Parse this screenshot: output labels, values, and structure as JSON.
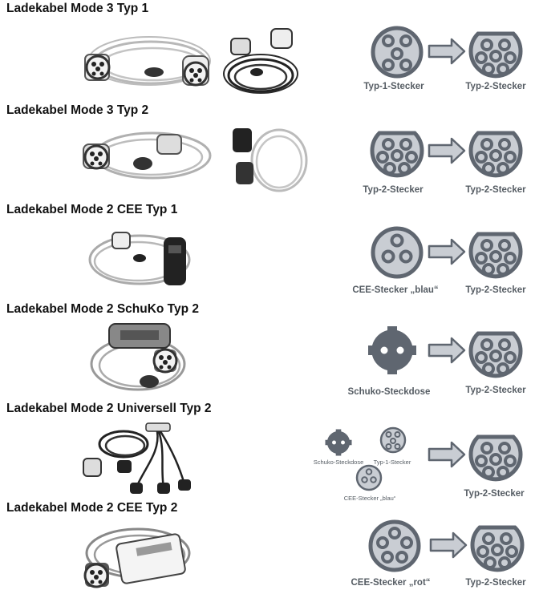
{
  "sections": [
    {
      "title": "Ladekabel Mode 3 Typ 1",
      "from_label": "Typ-1-Stecker",
      "to_label": "Typ-2-Stecker"
    },
    {
      "title": "Ladekabel Mode 3 Typ 2",
      "from_label": "Typ-2-Stecker",
      "to_label": "Typ-2-Stecker"
    },
    {
      "title": "Ladekabel Mode 2 CEE Typ 1",
      "from_label": "CEE-Stecker „blau“",
      "to_label": "Typ-2-Stecker"
    },
    {
      "title": "Ladekabel Mode 2 SchuKo Typ 2",
      "from_label": "Schuko-Steckdose",
      "to_label": "Typ-2-Stecker"
    },
    {
      "title": "Ladekabel Mode 2 Universell Typ 2",
      "from_labels": [
        "Schuko-Steckdose",
        "Typ-1-Stecker",
        "CEE-Stecker „blau“"
      ],
      "to_label": "Typ-2-Stecker"
    },
    {
      "title": "Ladekabel Mode 2 CEE Typ 2",
      "from_label": "CEE-Stecker „rot“",
      "to_label": "Typ-2-Stecker"
    }
  ],
  "colors": {
    "icon_fill": "#5f6670",
    "icon_face": "#c9cdd3",
    "arrow_fill": "#c9cdd3",
    "label_text": "#555c63"
  },
  "icons": {
    "type1": "type1-plug-icon",
    "type2": "type2-plug-icon",
    "cee": "cee-plug-icon",
    "schuko": "schuko-socket-icon",
    "arrow": "right-arrow-icon"
  }
}
